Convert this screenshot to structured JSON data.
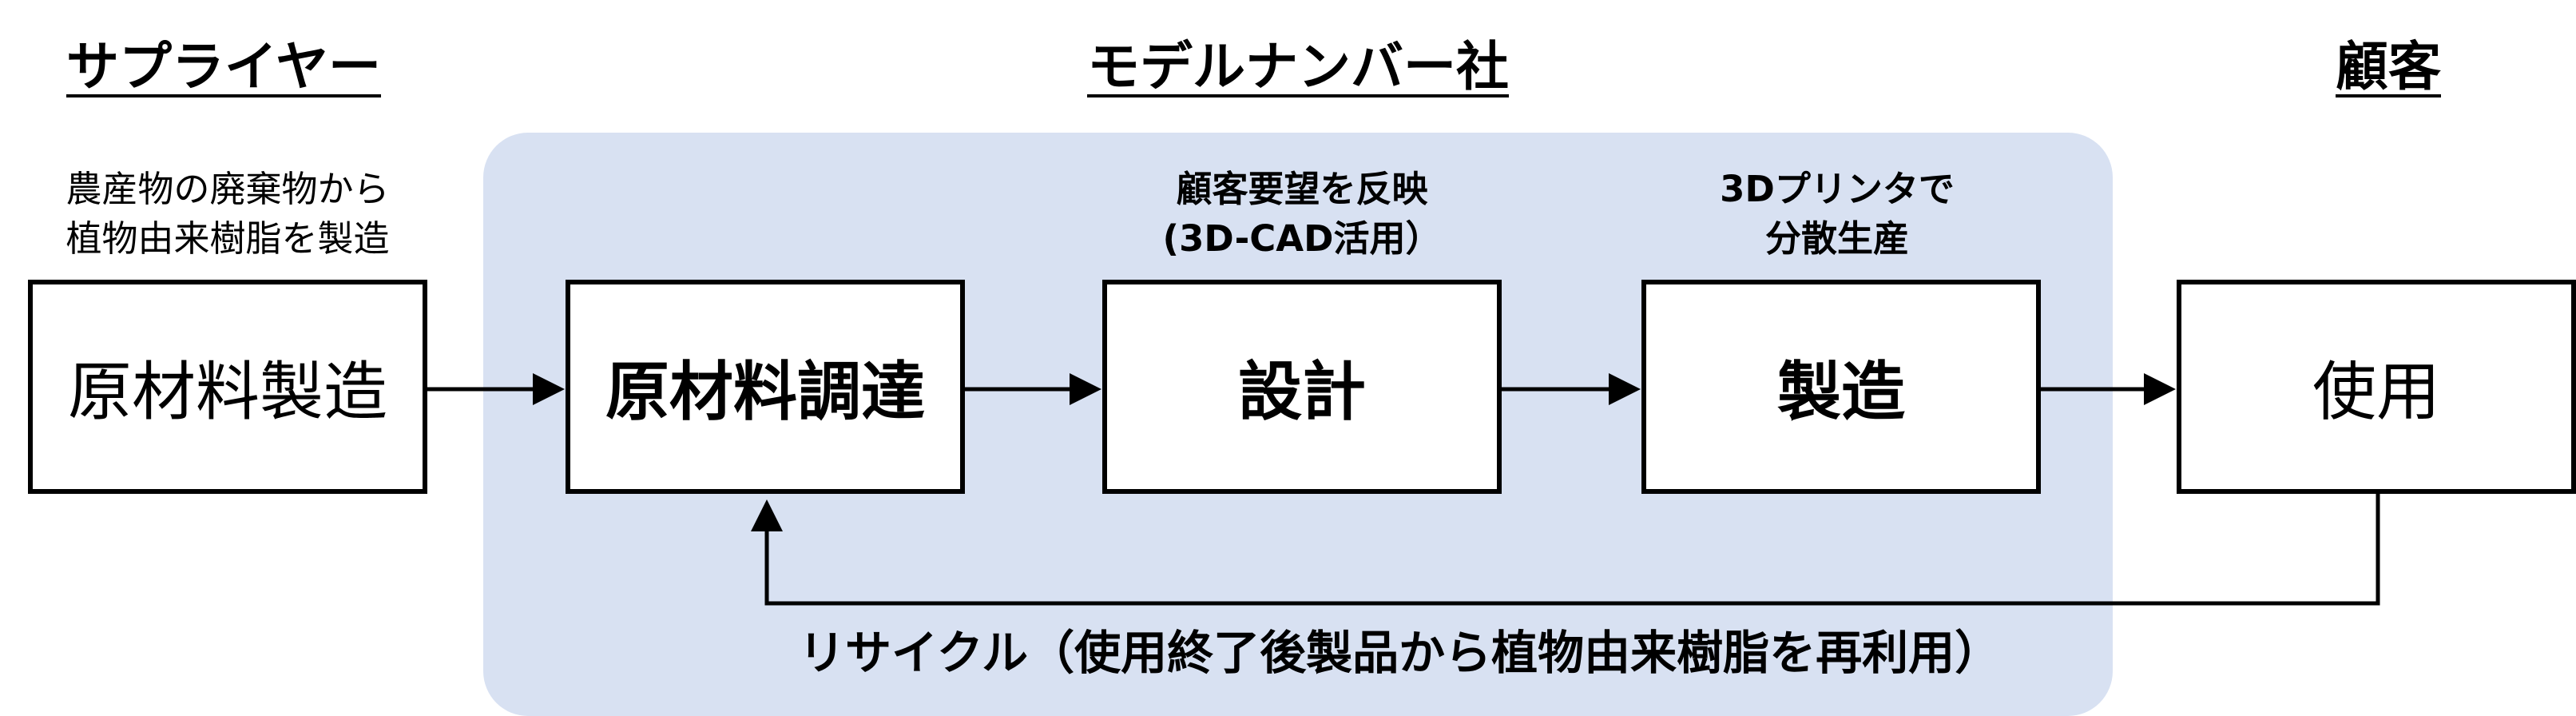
{
  "headings": {
    "supplier": "サプライヤー",
    "company": "モデルナンバー社",
    "customer": "顧客"
  },
  "notes": {
    "supplier_line1": "農産物の廃棄物から",
    "supplier_line2": "植物由来樹脂を製造",
    "design_line1": "顧客要望を反映",
    "design_line2": "(3D-CAD活用）",
    "manufacture_line1": "3Dプリンタで",
    "manufacture_line2": "分散生産"
  },
  "boxes": {
    "raw_material_production": "原材料製造",
    "procurement": "原材料調達",
    "design": "設計",
    "manufacturing": "製造",
    "use": "使用"
  },
  "recycle_label": "リサイクル（使用終了後製品から植物由来樹脂を再利用）",
  "colors": {
    "panel": "#d8e1f2",
    "line": "#000000"
  }
}
